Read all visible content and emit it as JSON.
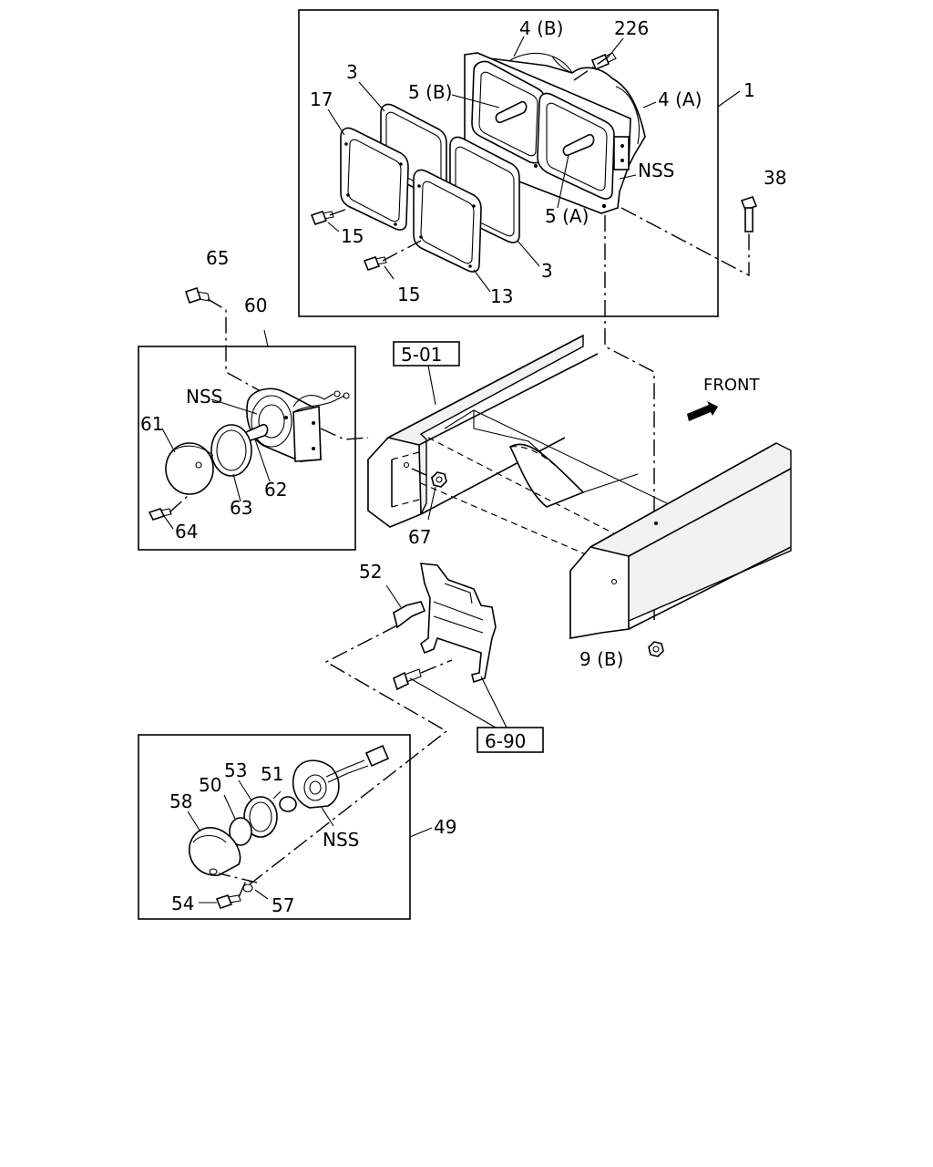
{
  "labels": {
    "p4b": "4 (B)",
    "p226": "226",
    "p3a": "3",
    "p5b": "5 (B)",
    "p4a": "4 (A)",
    "p1": "1",
    "p17": "17",
    "nss1": "NSS",
    "p38": "38",
    "p5a": "5 (A)",
    "p15a": "15",
    "p15b": "15",
    "p3b": "3",
    "p13": "13",
    "p65": "65",
    "p60": "60",
    "ref501": "5-01",
    "front": "FRONT",
    "nss2": "NSS",
    "p61": "61",
    "p62": "62",
    "p63": "63",
    "p64": "64",
    "p67": "67",
    "p52": "52",
    "p9b": "9 (B)",
    "ref690": "6-90",
    "p53": "53",
    "p51": "51",
    "p58": "58",
    "p50": "50",
    "p49": "49",
    "nss3": "NSS",
    "p54": "54",
    "p57": "57"
  },
  "icons": {
    "front_arrow": "arrow-right-icon"
  }
}
